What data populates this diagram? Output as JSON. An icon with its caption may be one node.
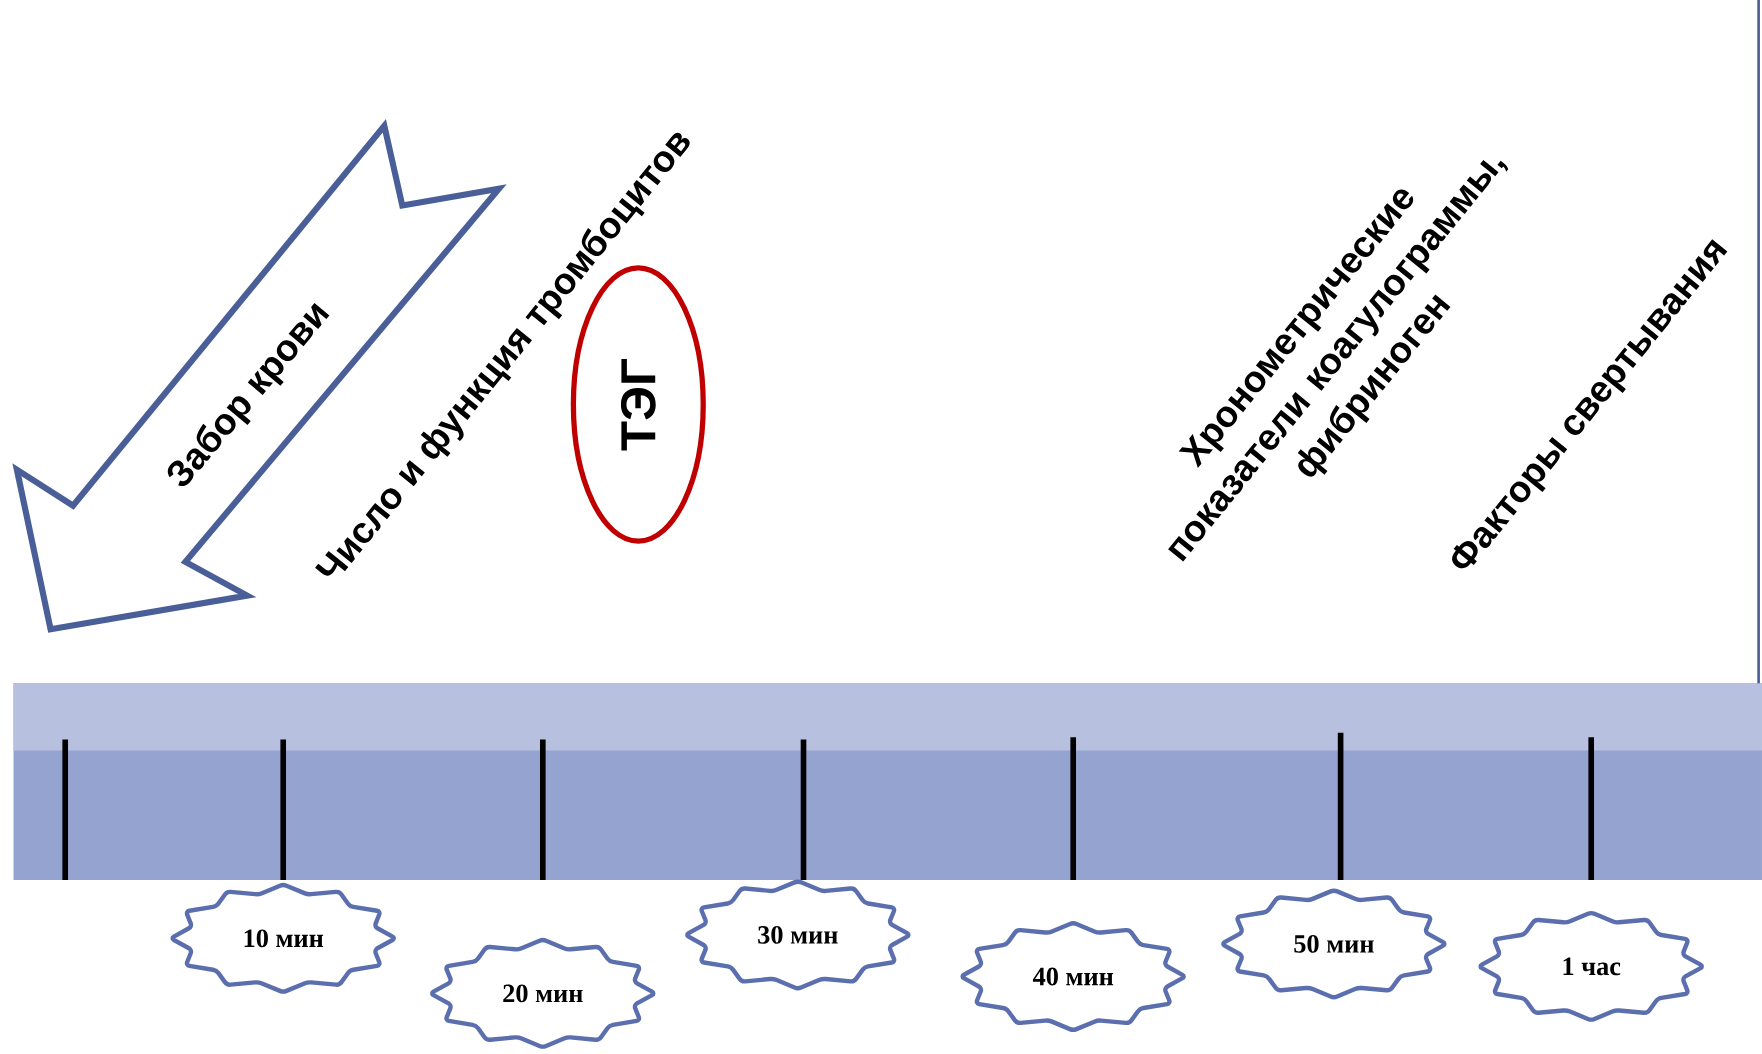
{
  "diagram": {
    "nodes": [
      {
        "text": [
          "Забор крови"
        ]
      },
      {
        "text": [
          "ТЭГ"
        ]
      },
      {
        "text": [
          "10 мин"
        ]
      },
      {
        "text": [
          "20 мин"
        ]
      },
      {
        "text": [
          "30 мин"
        ]
      },
      {
        "text": [
          "40 мин"
        ]
      },
      {
        "text": [
          "50 мин"
        ]
      },
      {
        "text": [
          "1 час"
        ]
      }
    ],
    "labels": [
      "Число и функция тромбоцитов",
      "Хронометрические показатели коагулограммы, фибриноген",
      "Факторы свертывания"
    ]
  }
}
